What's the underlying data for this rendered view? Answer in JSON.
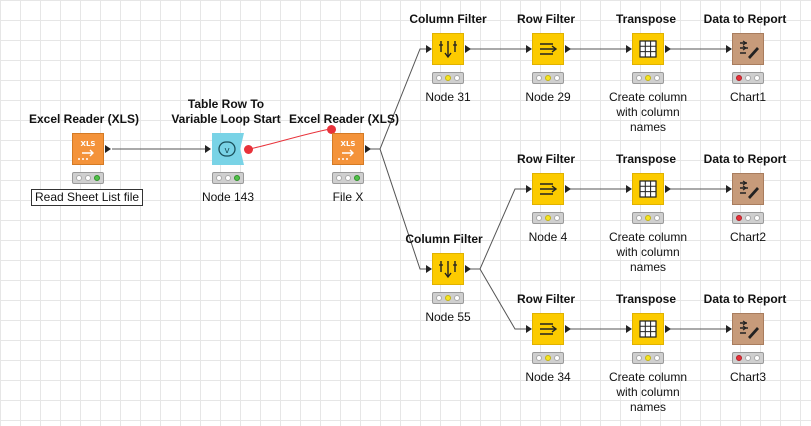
{
  "colors": {
    "reader_node": "#f4933a",
    "manipulator_node": "#fccb00",
    "report_node": "#c79b7a",
    "loop_node": "#79d3e6",
    "variable_port": "#e8323a",
    "status_red": "#e8323a",
    "status_yellow": "#f6e421",
    "status_green": "#51c24a"
  },
  "nodes": {
    "n1": {
      "title": "Excel Reader (XLS)",
      "label": "Read Sheet List file",
      "icon": "xls-reader-icon",
      "icon_text": "XLS",
      "status": "green"
    },
    "n2": {
      "title_l1": "Table Row To",
      "title_l2": "Variable Loop Start",
      "label": "Node 143",
      "icon": "loop-start-icon",
      "status": "green"
    },
    "n3": {
      "title": "Excel Reader (XLS)",
      "label": "File X",
      "icon": "xls-reader-icon",
      "icon_text": "XLS",
      "status": "green"
    },
    "n4": {
      "title": "Column Filter",
      "label": "Node 31",
      "icon": "column-filter-icon",
      "status": "yellow"
    },
    "n5": {
      "title": "Row Filter",
      "label": "Node 29",
      "icon": "row-filter-icon",
      "status": "yellow"
    },
    "n6": {
      "title": "Transpose",
      "label_l1": "Create column",
      "label_l2": "with column",
      "label_l3": "names",
      "icon": "transpose-icon",
      "status": "yellow"
    },
    "n7": {
      "title": "Data to Report",
      "label": "Chart1",
      "icon": "report-icon",
      "status": "red"
    },
    "n8": {
      "title": "Column Filter",
      "label": "Node 55",
      "icon": "column-filter-icon",
      "status": "yellow"
    },
    "n9": {
      "title": "Row Filter",
      "label": "Node 4",
      "icon": "row-filter-icon",
      "status": "yellow"
    },
    "n10": {
      "title": "Transpose",
      "label_l1": "Create column",
      "label_l2": "with column",
      "label_l3": "names",
      "icon": "transpose-icon",
      "status": "yellow"
    },
    "n11": {
      "title": "Data to Report",
      "label": "Chart2",
      "icon": "report-icon",
      "status": "red"
    },
    "n12": {
      "title": "Row Filter",
      "label": "Node 34",
      "icon": "row-filter-icon",
      "status": "yellow"
    },
    "n13": {
      "title": "Transpose",
      "label_l1": "Create column",
      "label_l2": "with column",
      "label_l3": "names",
      "icon": "transpose-icon",
      "status": "yellow"
    },
    "n14": {
      "title": "Data to Report",
      "label": "Chart3",
      "icon": "report-icon",
      "status": "red"
    }
  }
}
